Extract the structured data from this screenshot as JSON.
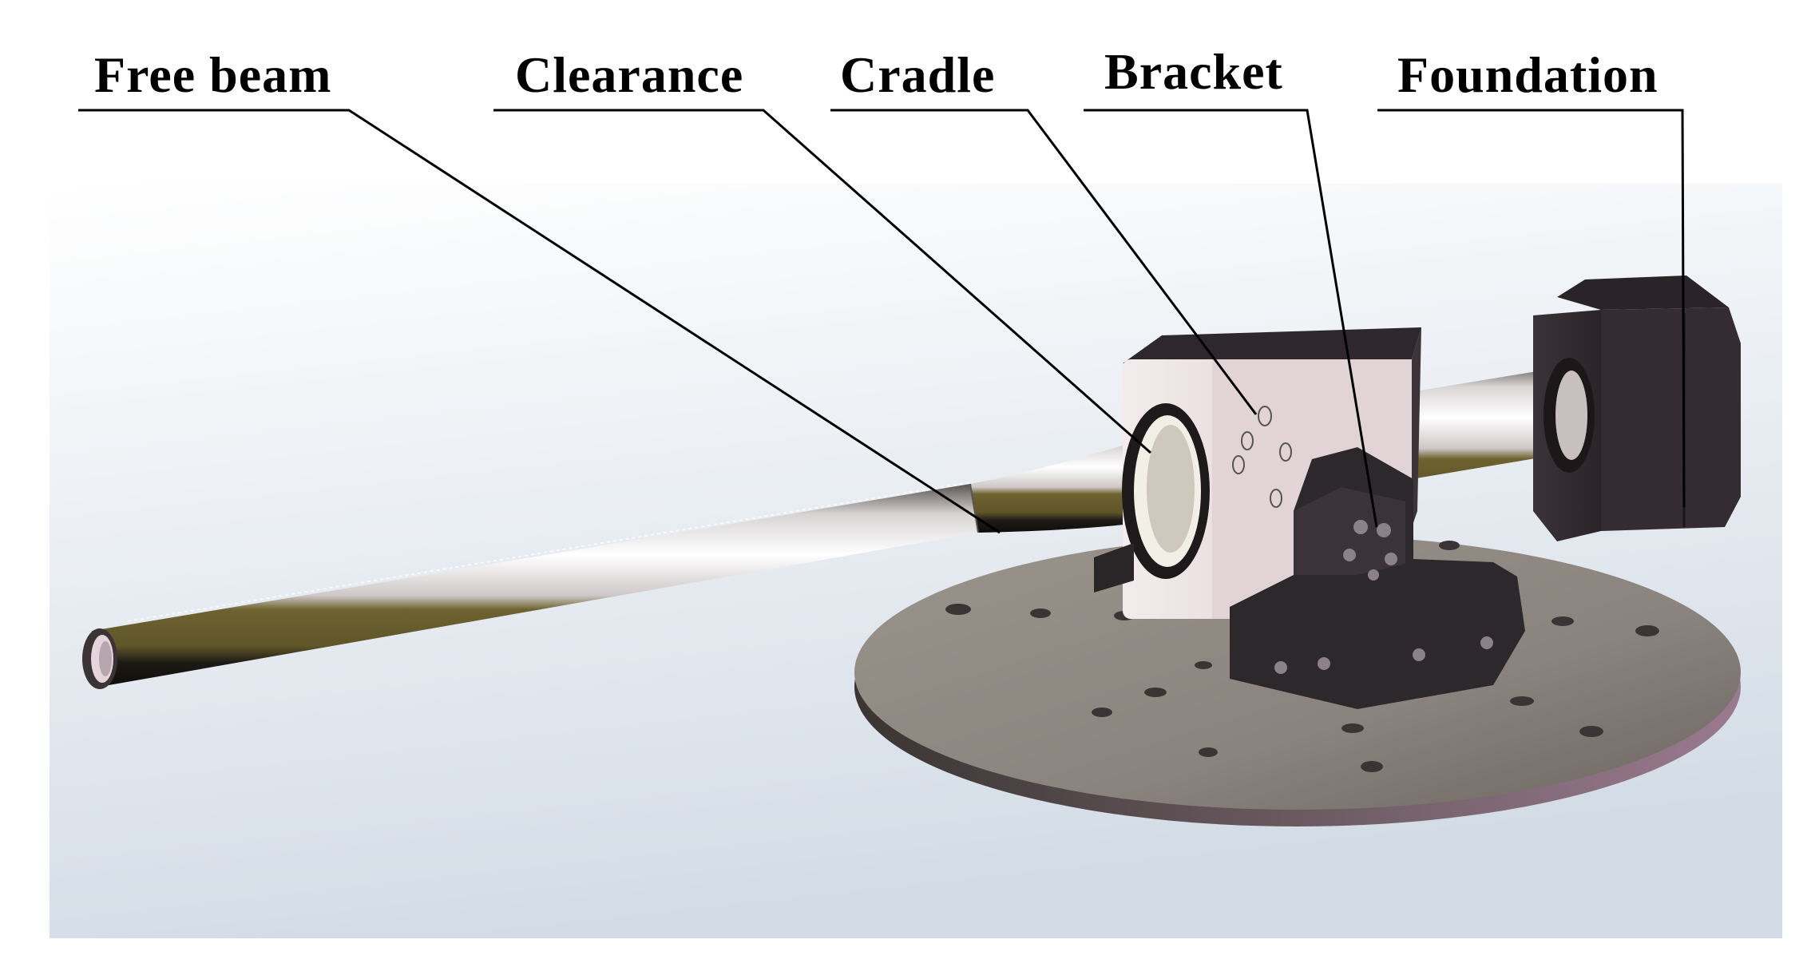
{
  "labels": {
    "free_beam": "Free beam",
    "clearance": "Clearance",
    "cradle": "Cradle",
    "bracket": "Bracket",
    "foundation": "Foundation"
  },
  "colors": {
    "background_top": "#ffffff",
    "background_bottom": "#d6dfe8",
    "beam_highlight": "#f4f4f8",
    "beam_shadow": "#4a4540",
    "beam_stripe": "#6b6030",
    "cradle_face": "#e9dee0",
    "bracket_dark": "#2c282c",
    "base_plate": "#8c8580",
    "leader_line": "#000000"
  },
  "icons": {
    "beam": "tapered-tube-shape",
    "cradle": "bearing-block-shape",
    "bracket": "t-bracket-shape",
    "foundation": "motor-block-shape",
    "base": "elliptical-plate-shape"
  }
}
